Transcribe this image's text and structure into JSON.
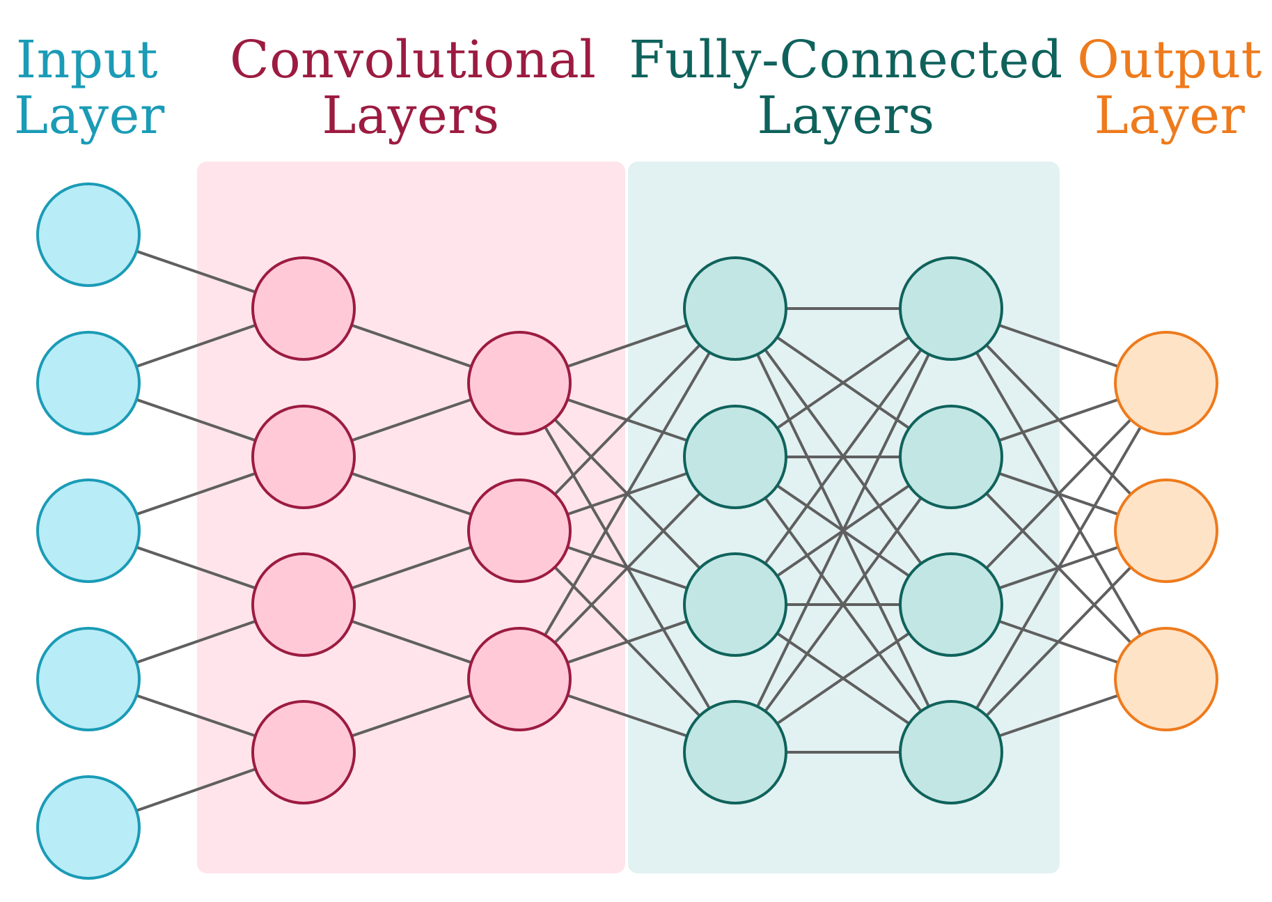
{
  "titles": {
    "input": {
      "line1": "Input",
      "line2": "Layer"
    },
    "convolutional": {
      "line1": "Convolutional",
      "line2": "Layers"
    },
    "fully_connected": {
      "line1": "Fully-Connected",
      "line2": "Layers"
    },
    "output": {
      "line1": "Output",
      "line2": "Layer"
    }
  },
  "colors": {
    "input": {
      "text": "#1a9bb6",
      "stroke": "#1a9bb6",
      "fill": "#b8ecf7"
    },
    "convolutional": {
      "text": "#9c1b40",
      "stroke": "#9c1b40",
      "fill": "#ffc9d8",
      "panel": "#ffe4eb"
    },
    "fully_connected": {
      "text": "#0f625c",
      "stroke": "#0f625c",
      "fill": "#c2e6e3",
      "panel": "#e2f1f1"
    },
    "output": {
      "text": "#ee7a1c",
      "stroke": "#ee7a1c",
      "fill": "#ffe3c6"
    },
    "edge": "#5f5f5f"
  },
  "network": {
    "layers": [
      {
        "name": "input",
        "nodes": 5
      },
      {
        "name": "conv-1",
        "nodes": 4
      },
      {
        "name": "conv-2",
        "nodes": 3
      },
      {
        "name": "fc-1",
        "nodes": 4
      },
      {
        "name": "fc-2",
        "nodes": 4
      },
      {
        "name": "output",
        "nodes": 3
      }
    ],
    "connections": [
      {
        "from": "input",
        "to": "conv-1",
        "pattern": "local"
      },
      {
        "from": "conv-1",
        "to": "conv-2",
        "pattern": "local"
      },
      {
        "from": "conv-2",
        "to": "fc-1",
        "pattern": "full"
      },
      {
        "from": "fc-1",
        "to": "fc-2",
        "pattern": "full"
      },
      {
        "from": "fc-2",
        "to": "output",
        "pattern": "full"
      }
    ]
  }
}
